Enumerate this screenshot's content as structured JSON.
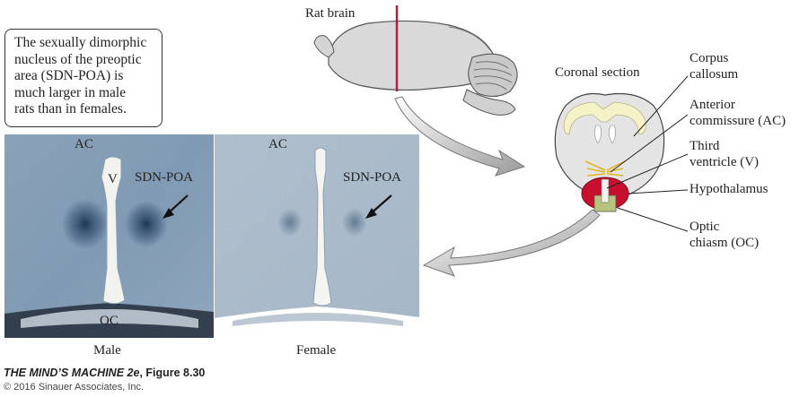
{
  "note": {
    "lines": [
      "The sexually dimorphic",
      "nucleus of the preoptic",
      "area (SDN-POA) is",
      "much larger in male",
      "rats than in females."
    ]
  },
  "panels": {
    "male": {
      "ac": "AC",
      "v": "V",
      "sdn": "SDN-POA",
      "oc": "OC",
      "caption": "Male"
    },
    "female": {
      "ac": "AC",
      "sdn": "SDN-POA",
      "caption": "Female"
    }
  },
  "diagram": {
    "rat_brain": "Rat brain",
    "coronal_section": "Coronal section",
    "labels": {
      "corpus_callosum": [
        "Corpus",
        "callosum"
      ],
      "anterior_commissure": [
        "Anterior",
        "commissure (AC)"
      ],
      "third_ventricle": [
        "Third",
        "ventricle (V)"
      ],
      "hypothalamus": [
        "Hypothalamus"
      ],
      "optic_chiasm": [
        "Optic",
        "chiasm (OC)"
      ]
    }
  },
  "footer": {
    "figure_title": "THE MIND’S MACHINE 2e",
    "figure_number": ", Figure 8.30",
    "copyright": "© 2016 Sinauer Associates, Inc."
  },
  "colors": {
    "stain": "#6f8aa6",
    "stain_dark": "#2c4a6b",
    "tissue_bg": "#dde3e8",
    "brain_fill": "#d9d9d9",
    "cut_line": "#c0163a",
    "hypothalamus": "#c8102e",
    "optic_chiasm": "#b7c27a",
    "white_matter": "#f6f2c8"
  }
}
